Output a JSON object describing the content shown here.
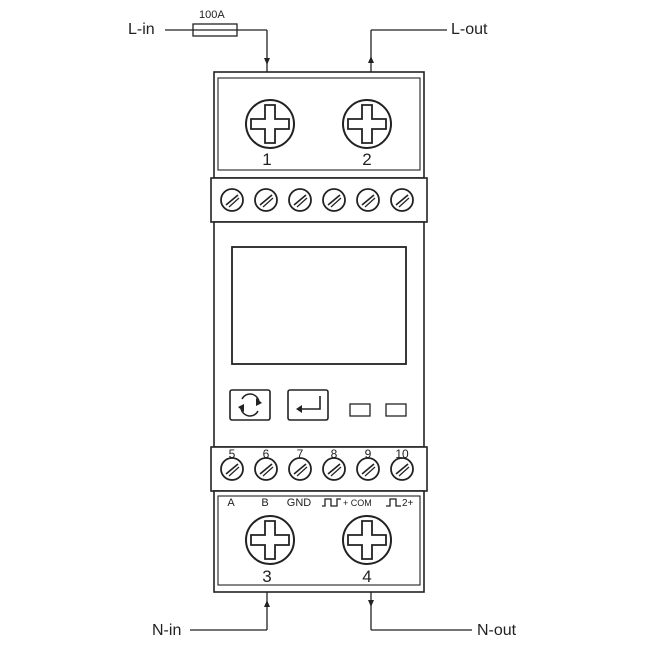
{
  "wires": {
    "l_in": "L-in",
    "l_out": "L-out",
    "n_in": "N-in",
    "n_out": "N-out",
    "fuse_rating": "100A"
  },
  "top_terminals": [
    "1",
    "2"
  ],
  "bottom_terminals": [
    "3",
    "4"
  ],
  "small_terminal_numbers": [
    "5",
    "6",
    "7",
    "8",
    "9",
    "10"
  ],
  "bottom_labels": {
    "a": "A",
    "b": "B",
    "gnd": "GND",
    "pulse1": "+ COM",
    "pulse2": "2+"
  },
  "icons": {
    "cycle": "refresh-icon",
    "enter": "enter-icon"
  }
}
